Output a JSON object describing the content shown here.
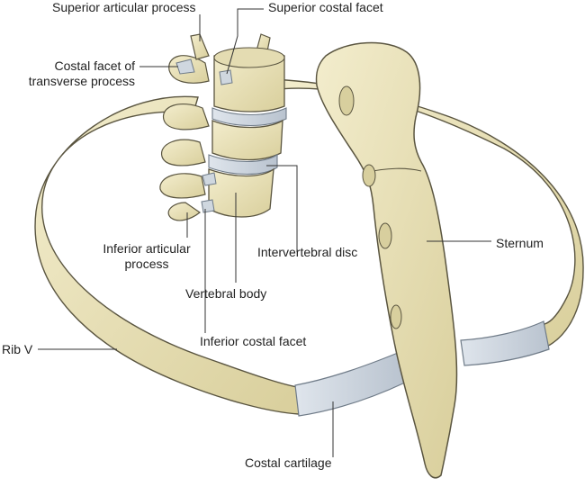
{
  "labels": {
    "superior_articular_process": "Superior articular process",
    "superior_costal_facet": "Superior costal facet",
    "costal_facet_transverse_line1": "Costal facet of",
    "costal_facet_transverse_line2": "transverse process",
    "inferior_articular_process_line1": "Inferior articular",
    "inferior_articular_process_line2": "process",
    "intervertebral_disc": "Intervertebral disc",
    "vertebral_body": "Vertebral body",
    "inferior_costal_facet": "Inferior costal facet",
    "sternum": "Sternum",
    "rib_v": "Rib V",
    "costal_cartilage": "Costal cartilage"
  },
  "colors": {
    "bone": "#ece5bf",
    "bone_shade": "#d8cf9e",
    "bone_outline": "#5a5540",
    "cartilage": "#c9d2dc",
    "cartilage_outline": "#6f7b88",
    "leader": "#333333",
    "text": "#222222"
  }
}
